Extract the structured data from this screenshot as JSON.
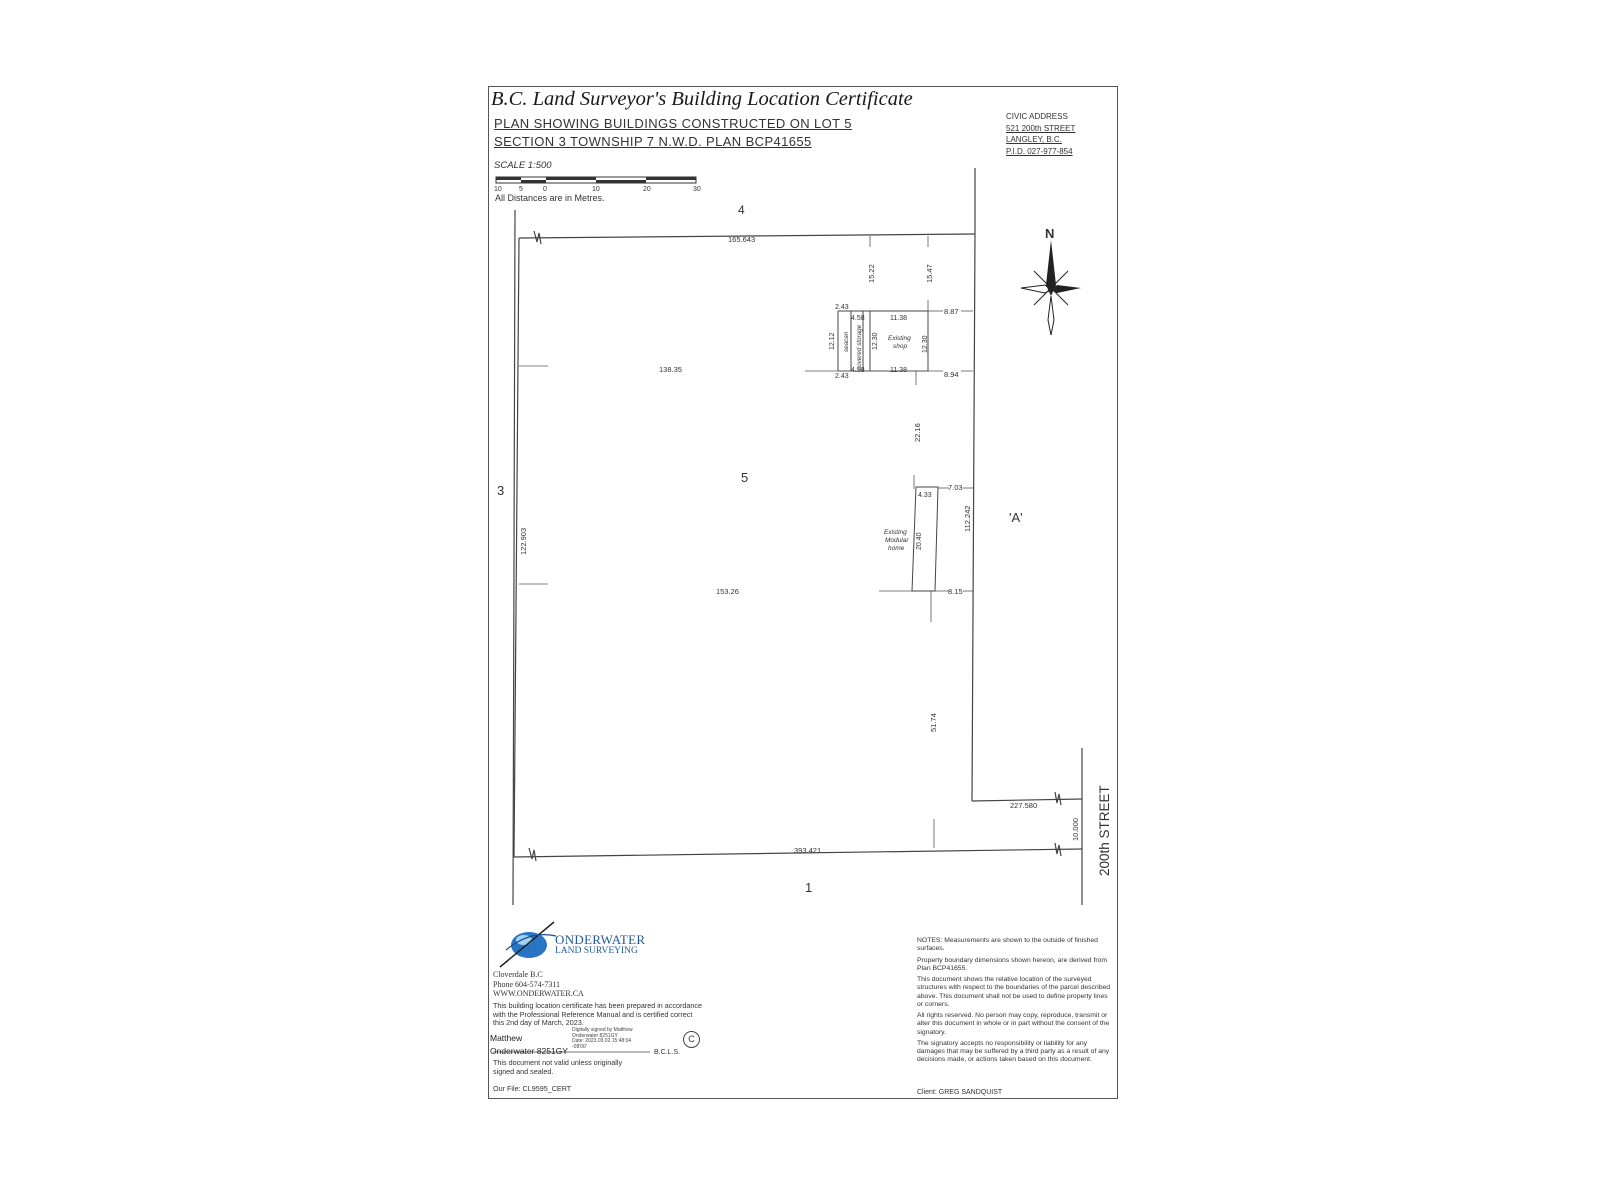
{
  "certificate": {
    "title": "B.C. Land Surveyor's Building Location Certificate",
    "subtitle_line1": "PLAN SHOWING BUILDINGS CONSTRUCTED ON LOT 5",
    "subtitle_line2": "SECTION 3 TOWNSHIP 7 N.W.D. PLAN BCP41655"
  },
  "civic": {
    "heading": "CIVIC ADDRESS",
    "street": "521 200th STREET",
    "city": "LANGLEY, B.C.",
    "pid": "P.I.D. 027-977-854"
  },
  "scale": {
    "label": "SCALE 1:500",
    "ticks": [
      "10",
      "5",
      "0",
      "10",
      "20",
      "30"
    ],
    "units_note": "All Distances are in Metres."
  },
  "plan": {
    "lot_labels": {
      "north": "4",
      "west": "3",
      "center": "5",
      "south": "1",
      "east_parcel": "'A'"
    },
    "road": "200th STREET",
    "north_arrow": "N",
    "boundary_dims": {
      "north": "165.643",
      "west": "122.903",
      "step": "112.242",
      "east_lower": "227.580",
      "south": "393.421",
      "road_width": "10.000"
    },
    "offsets": [
      "138.35",
      "153.26",
      "15.22",
      "15.47",
      "8.87",
      "8.94",
      "22.16",
      "7.03",
      "8.15",
      "51.74"
    ],
    "shop": {
      "label": "Existing shop",
      "width_top": "11.38",
      "width_bottom": "11.38",
      "depth_left": "12.30",
      "depth_right": "12.30"
    },
    "storage": {
      "label": "covered storage",
      "w_top": "4.58",
      "w_bottom": "4.58"
    },
    "seacan": {
      "label": "seacan",
      "w_top": "2.43",
      "w_bottom": "2.43",
      "depth": "12.12"
    },
    "modular": {
      "label_lines": [
        "Existing",
        "Modular",
        "home"
      ],
      "width": "4.33",
      "depth": "20.40"
    }
  },
  "company": {
    "name_line1": "ONDERWATER",
    "name_line2": "LAND SURVEYING",
    "location": "Cloverdale B.C",
    "phone": "Phone 604-574-7311",
    "web": "WWW.ONDERWATER.CA"
  },
  "certification": {
    "text": "This building location certificate has been prepared in accordance with the Professional Reference Manual and is certified correct this 2nd day of March, 2023.",
    "signer_line1": "Matthew",
    "signer_line2": "Onderwater 8251GY",
    "digital_lines": [
      "Digitally signed by Matthew",
      "Onderwater 8251GY",
      "Date: 2023.03.02 15:48:04",
      "-08'00'"
    ],
    "bcls": "B.C.L.S.",
    "copyright": "C",
    "validity": "This document not valid unless originally signed and sealed.",
    "our_file": "Our File: CL9595_CERT"
  },
  "notes": [
    "NOTES: Measurements are shown to the outside of finished surfaces.",
    "Property boundary dimensions shown hereon, are derived from Plan BCP41655.",
    "This document shows the relative location of the surveyed structures with respect to the boundaries of the parcel described above. This document shall not be used to define property lines or corners.",
    "All rights reserved. No person may copy, reproduce, transmit or alter this document in whole or in part without the consent of the signatory.",
    "The signatory accepts no responsibility or liability for any damages that may be suffered by a third party as a result of any decisions made, or actions taken based on this document."
  ],
  "client": "Client: GREG SANDQUIST"
}
